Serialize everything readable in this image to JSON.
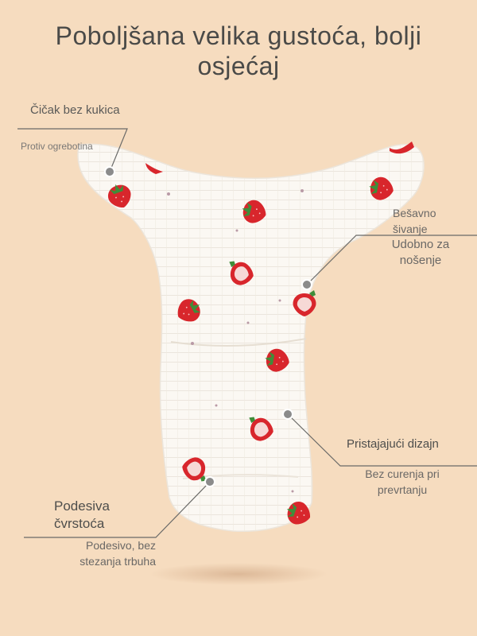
{
  "title": {
    "line1": "Poboljšana velika gustoća, bolji",
    "line2": "osjećaj"
  },
  "callouts": {
    "top_left": {
      "title": "Čičak bez kukica",
      "subtitle": "Protiv ogrebotina"
    },
    "right_mid": {
      "title_line1": "Bešavno",
      "title_line2": "šivanje",
      "subtitle_line1": "Udobno za",
      "subtitle_line2": "nošenje"
    },
    "right_low": {
      "title": "Pristajajući dizajn",
      "subtitle_line1": "Bez curenja pri",
      "subtitle_line2": "prevrtanju"
    },
    "bottom_left": {
      "title_line1": "Podesiva",
      "title_line2": "čvrstoća",
      "subtitle_line1": "Podesivo, bez",
      "subtitle_line2": "stezanja trbuha"
    }
  },
  "colors": {
    "background": "#f6dcbf",
    "fabric": "#fbf8f3",
    "strawberry": "#d8262c",
    "leaf": "#3f8d3a",
    "callout_line": "#6a6a68"
  },
  "icons": [
    "strawberry-print",
    "callout-dot"
  ]
}
